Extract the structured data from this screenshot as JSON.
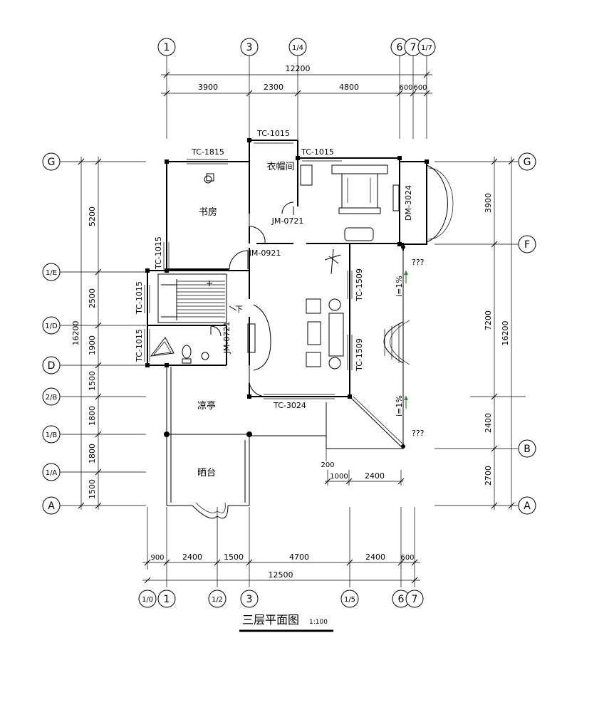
{
  "drawing": {
    "title": "三层平面图",
    "scale": "1:100"
  },
  "axes": {
    "top": [
      "1",
      "3",
      "1/4",
      "6",
      "7",
      "1/7"
    ],
    "bottom": [
      "1/0",
      "1",
      "1/2",
      "3",
      "1/5",
      "6",
      "7"
    ],
    "left": [
      "G",
      "1/E",
      "1/D",
      "D",
      "2/B",
      "1/B",
      "1/A",
      "A"
    ],
    "right": [
      "G",
      "F",
      "B",
      "A"
    ]
  },
  "dimensions": {
    "top_total": "12200",
    "top_segments": [
      "3900",
      "2300",
      "4800",
      "600",
      "600"
    ],
    "bottom_total": "12500",
    "bottom_segments": [
      "900",
      "2400",
      "1500",
      "4700",
      "2400",
      "600"
    ],
    "left_total": "16200",
    "left_segments": [
      "5200",
      "2500",
      "1900",
      "1500",
      "1800",
      "1800",
      "1500"
    ],
    "right_total": "16200",
    "right_segments": [
      "3900",
      "7200",
      "2400",
      "2700"
    ],
    "balcony": [
      "1000",
      "2400"
    ],
    "col": "200"
  },
  "rooms": {
    "study": "书房",
    "cloakroom": "衣帽间",
    "pavilion": "凉亭",
    "terrace": "晒台"
  },
  "openings": {
    "tc_1815": "TC-1815",
    "tc_1015_a": "TC-1015",
    "tc_1015_b": "TC-1015",
    "tc_1015_c": "TC-1015",
    "tc_1015_d": "TC-1015",
    "tc_1015_e": "TC-1015",
    "dm_3024": "DM-3024",
    "jm_0721_a": "JM-0721",
    "jm_0921": "JM-0921",
    "jm_0721_b": "JM-0721",
    "tc_1509_a": "TC-1509",
    "tc_1509_b": "TC-1509",
    "tc_3024": "TC-3024"
  },
  "notes": {
    "down": "下",
    "slope_a": "i=1%",
    "slope_b": "i=1%",
    "unknown_a": "???",
    "unknown_b": "???"
  }
}
